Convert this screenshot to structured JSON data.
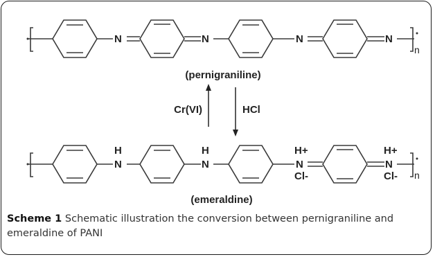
{
  "scheme": {
    "top_label": "(pernigraniline)",
    "bottom_label": "(emeraldine)",
    "arrow_up_label": "Cr(VI)",
    "arrow_down_label": "HCl",
    "atom_n": "N",
    "atom_h": "H",
    "atom_h_plus": "H+",
    "counter_ion": "Cl-",
    "subscript": "n"
  },
  "caption": {
    "label": "Scheme 1",
    "text": "Schematic illustration the conversion between pernigraniline and emeraldine of PANI"
  }
}
